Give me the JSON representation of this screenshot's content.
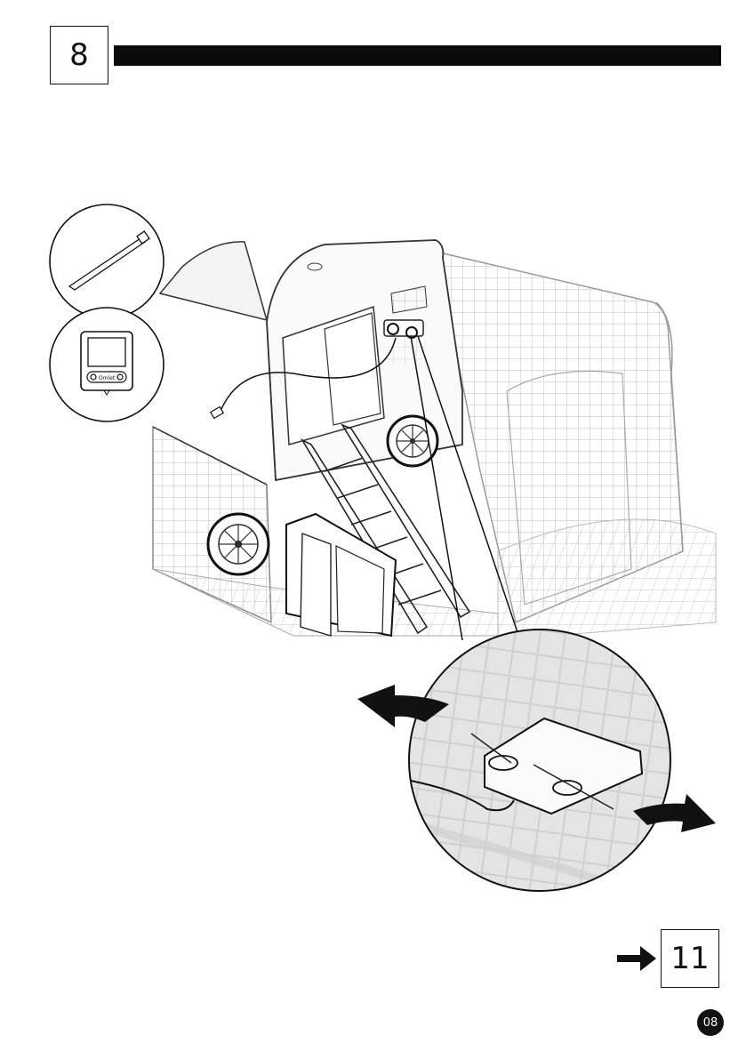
{
  "step": {
    "number": "8"
  },
  "next_step": {
    "number": "11"
  },
  "page": {
    "number": "08"
  },
  "parts": [
    {
      "icon": "cable-tie-icon"
    },
    {
      "icon": "control-panel-icon",
      "label": "Omlet"
    }
  ],
  "product_labels": {
    "panel_logo": "Omlet"
  },
  "icons": {
    "next_arrow": "arrow-right-icon"
  }
}
